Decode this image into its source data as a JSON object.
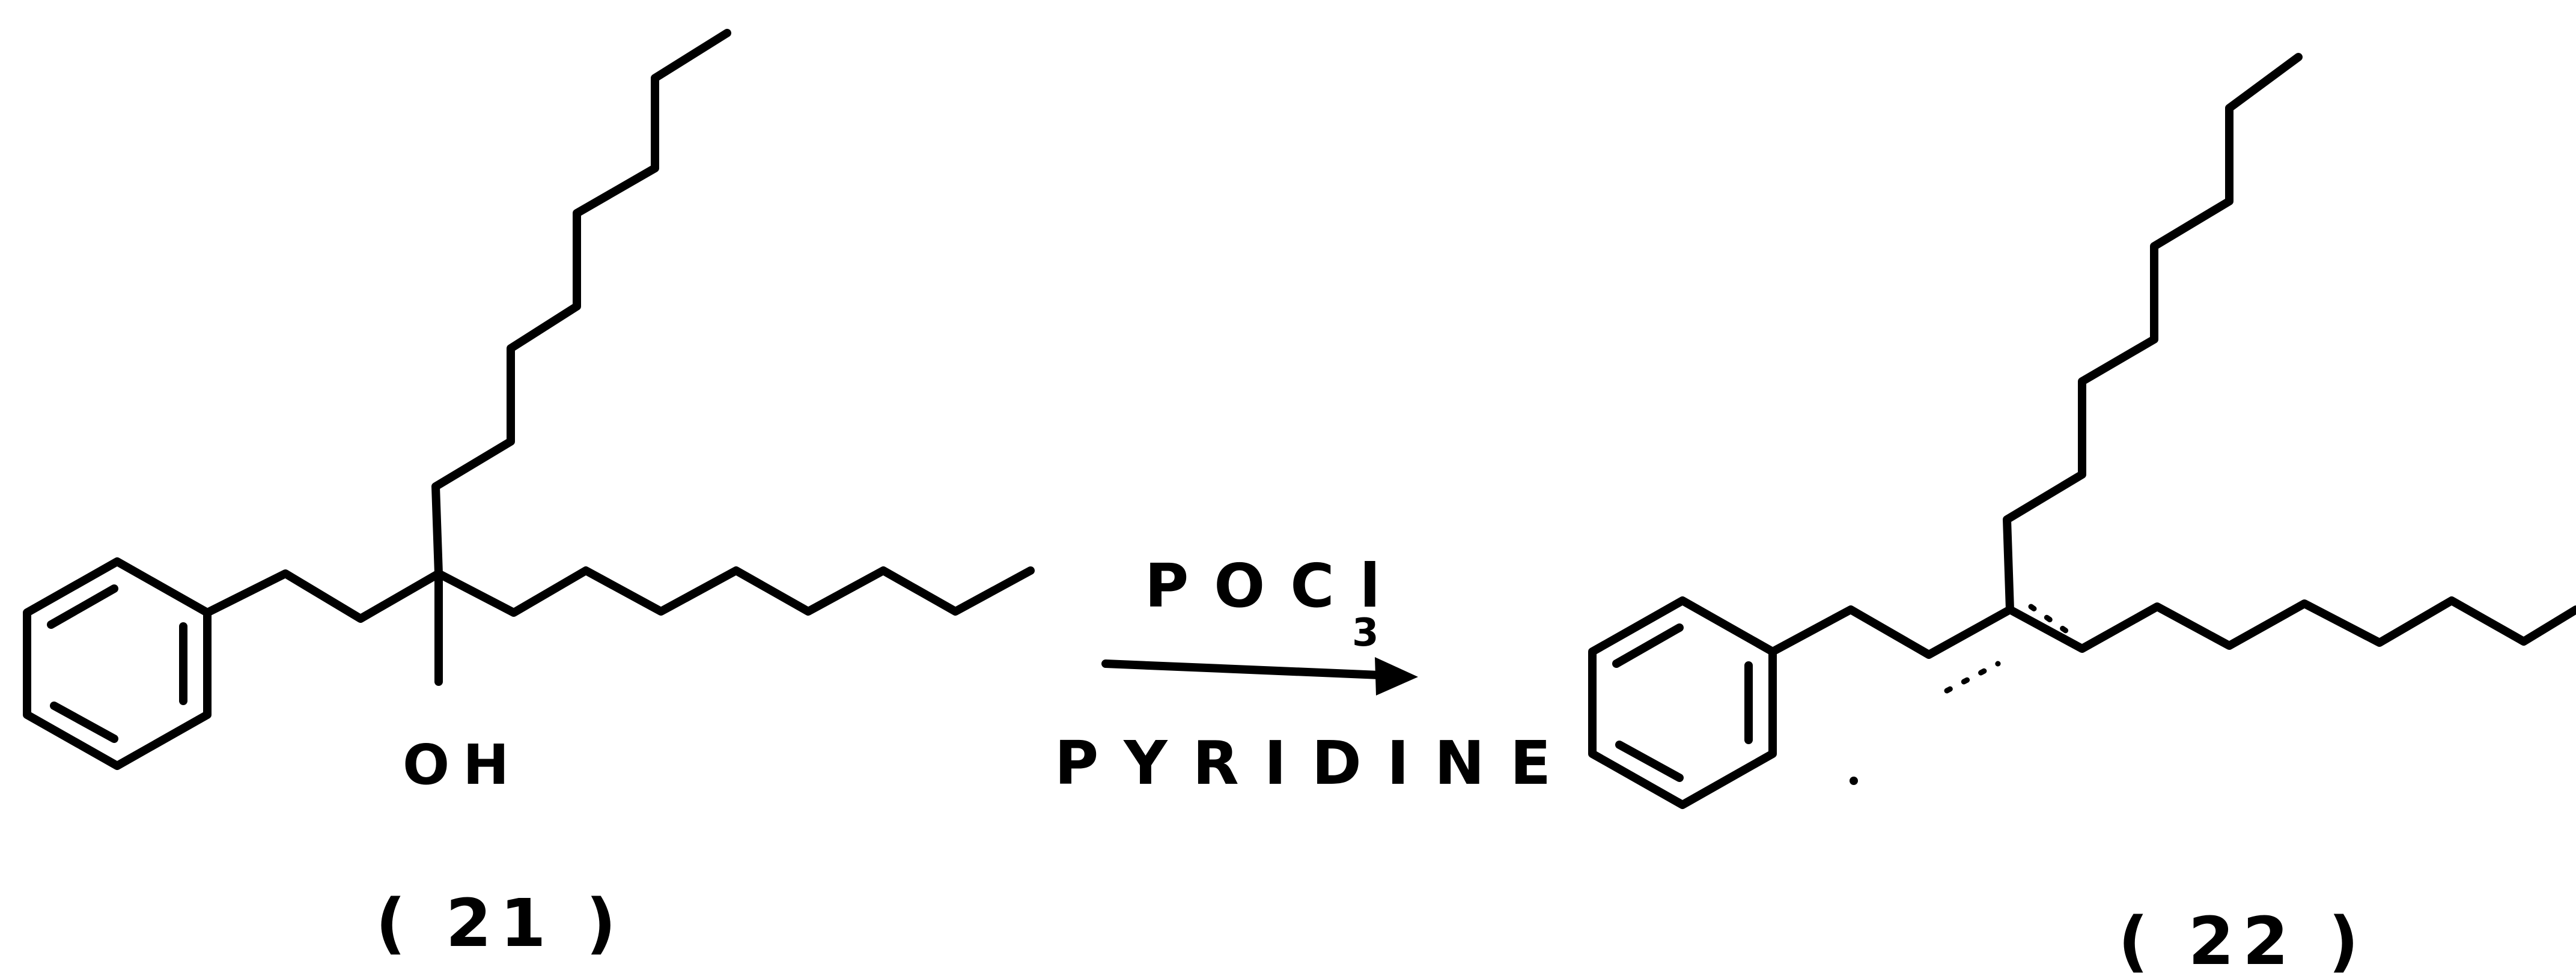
{
  "reaction": {
    "reactant": {
      "substituent_label": "OH",
      "compound_number": "( 21 )"
    },
    "reagents": {
      "reagent": "POCl",
      "reagent_subscript": "3",
      "solvent": "PYRIDINE"
    },
    "product": {
      "compound_number": "( 22 )"
    }
  }
}
